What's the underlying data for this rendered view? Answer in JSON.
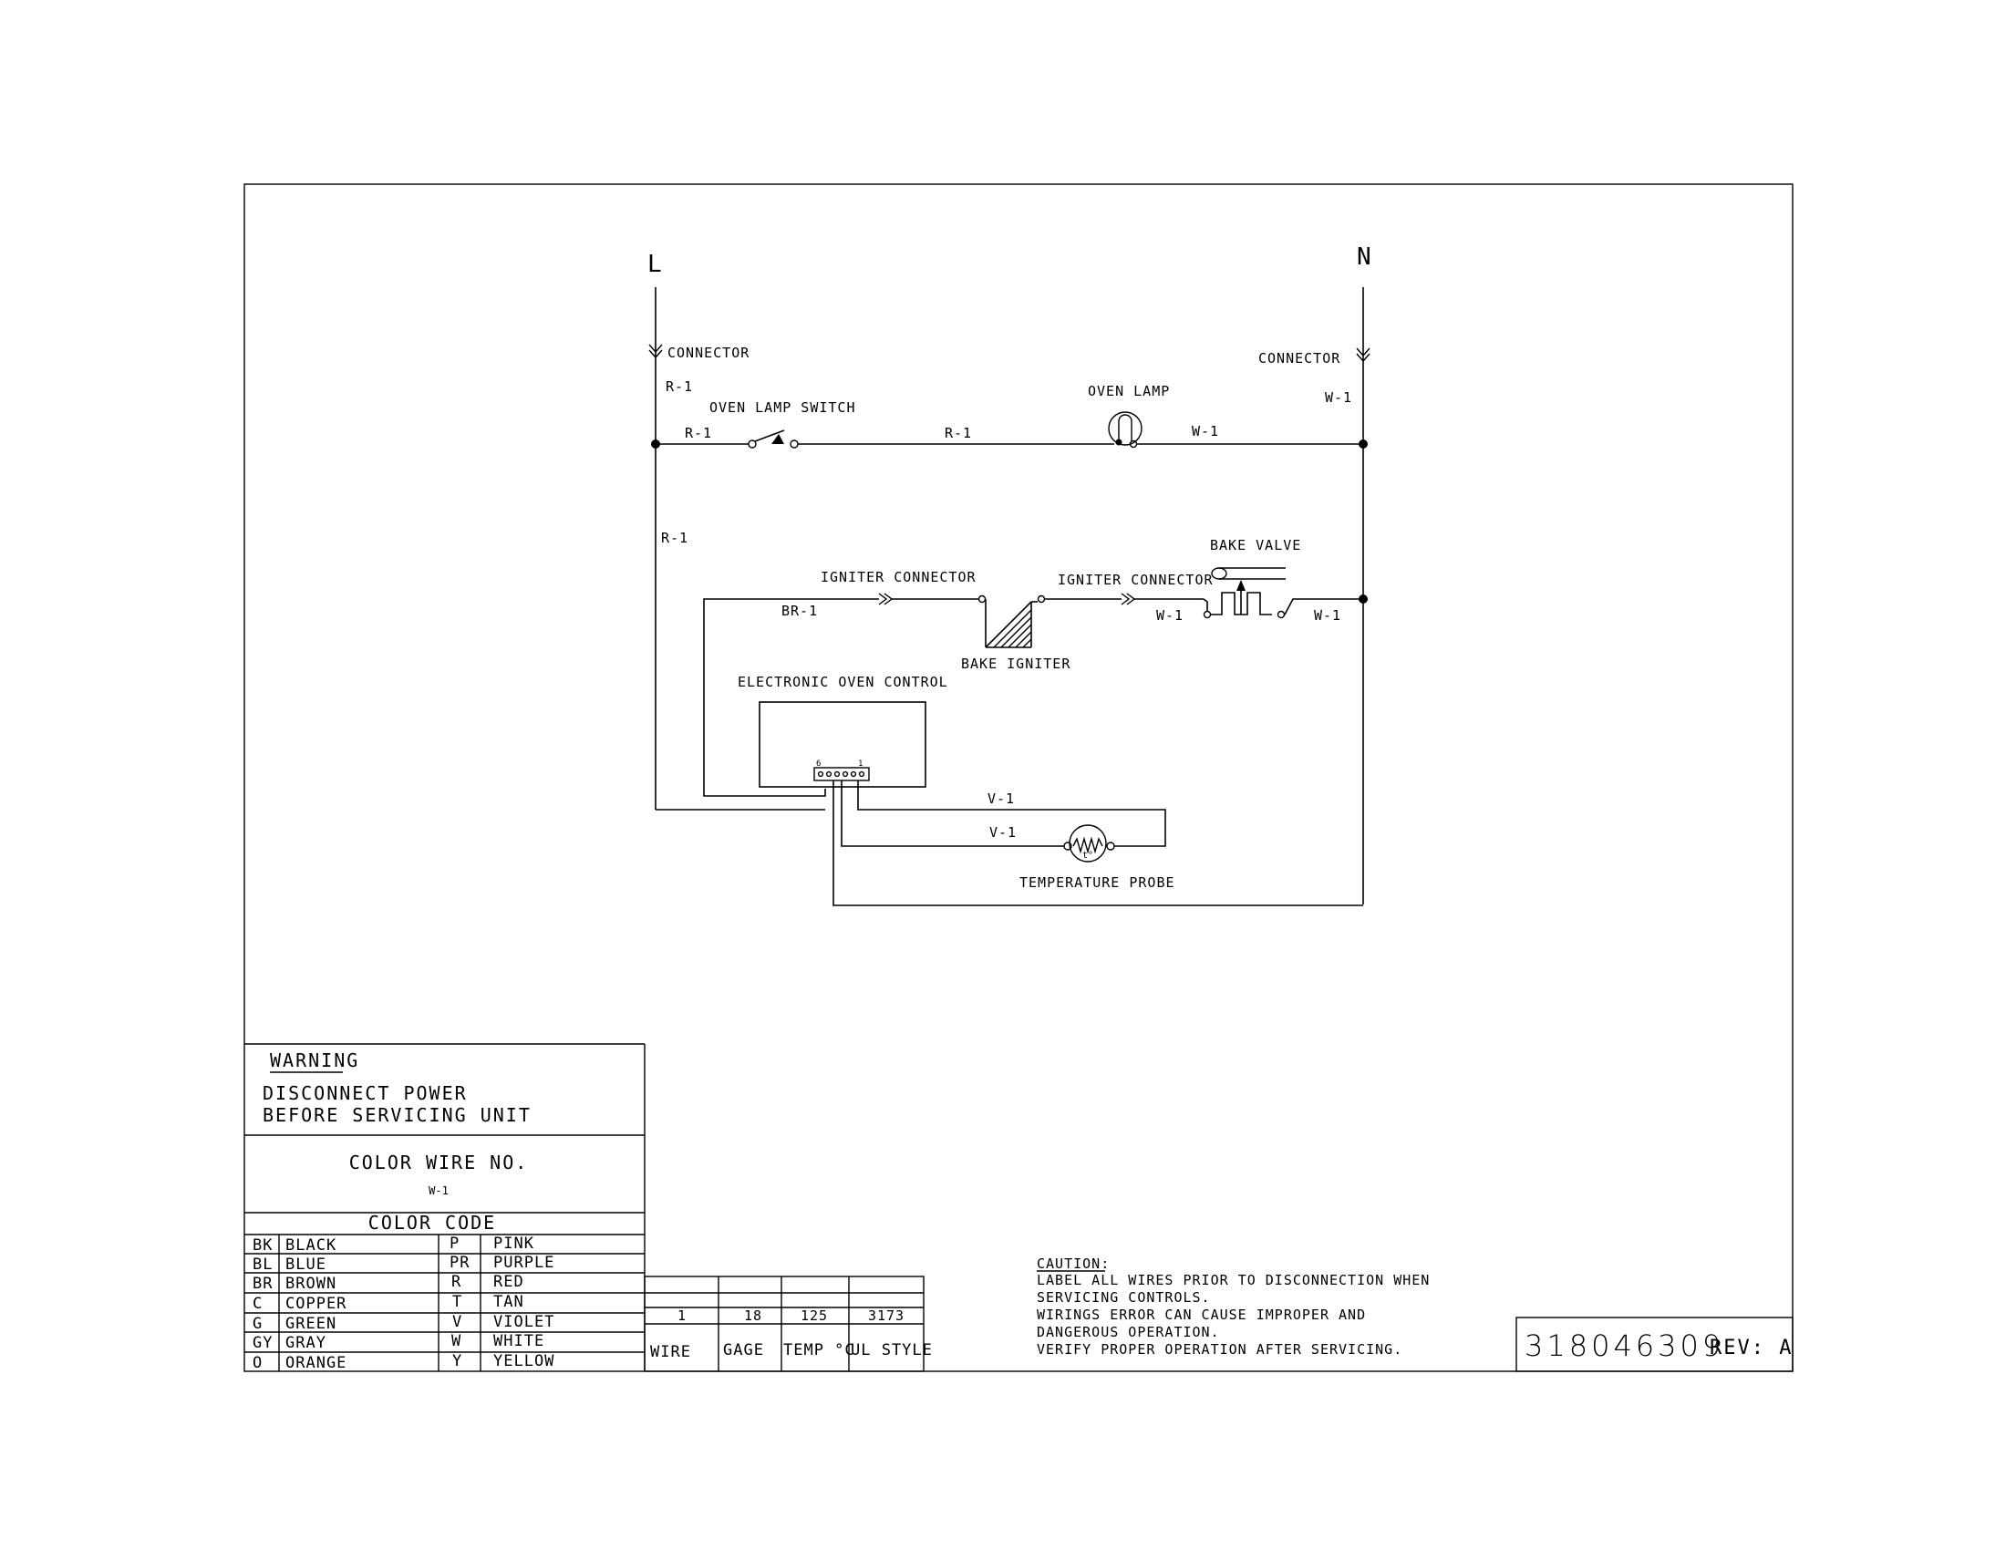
{
  "diagram": {
    "line_label": "L",
    "neutral_label": "N",
    "connector_left": "CONNECTOR",
    "connector_right": "CONNECTOR",
    "r1_top": "R-1",
    "r1_a": "R-1",
    "r1_b": "R-1",
    "r1_side": "R-1",
    "w1_top_right": "W-1",
    "w1_lamp": "W-1",
    "oven_lamp_switch": "OVEN LAMP SWITCH",
    "oven_lamp": "OVEN LAMP",
    "igniter_connector_1": "IGNITER CONNECTOR",
    "igniter_connector_2": "IGNITER CONNECTOR",
    "br1": "BR-1",
    "bake_igniter": "BAKE IGNITER",
    "bake_valve": "BAKE VALVE",
    "w1_valve_left": "W-1",
    "w1_valve_right": "W-1",
    "electronic_oven_control": "ELECTRONIC OVEN CONTROL",
    "pin_6": "6",
    "pin_1": "1",
    "v1_a": "V-1",
    "v1_b": "V-1",
    "temperature_probe": "TEMPERATURE PROBE",
    "probe_t": "t°"
  },
  "warning": {
    "title": "WARNING",
    "line1": "DISCONNECT POWER",
    "line2": "BEFORE SERVICING UNIT"
  },
  "color_wire": {
    "title": "COLOR WIRE NO.",
    "value": "W-1"
  },
  "color_code": {
    "title": "COLOR CODE",
    "rows": [
      {
        "c1": "BK",
        "n1": "BLACK",
        "c2": "P",
        "n2": "PINK"
      },
      {
        "c1": "BL",
        "n1": "BLUE",
        "c2": "PR",
        "n2": "PURPLE"
      },
      {
        "c1": "BR",
        "n1": "BROWN",
        "c2": "R",
        "n2": "RED"
      },
      {
        "c1": "C",
        "n1": "COPPER",
        "c2": "T",
        "n2": "TAN"
      },
      {
        "c1": "G",
        "n1": "GREEN",
        "c2": "V",
        "n2": "VIOLET"
      },
      {
        "c1": "GY",
        "n1": "GRAY",
        "c2": "W",
        "n2": "WHITE"
      },
      {
        "c1": "O",
        "n1": "ORANGE",
        "c2": "Y",
        "n2": "YELLOW"
      }
    ]
  },
  "wire_table": {
    "values": [
      "1",
      "18",
      "125",
      "3173"
    ],
    "headers": [
      "WIRE",
      "GAGE",
      "TEMP °C",
      "UL STYLE"
    ]
  },
  "caution": {
    "title": "CAUTION:",
    "lines": [
      "LABEL ALL WIRES PRIOR TO DISCONNECTION WHEN",
      "SERVICING CONTROLS.",
      "WIRINGS ERROR CAN CAUSE IMPROPER AND",
      "DANGEROUS OPERATION.",
      "VERIFY PROPER OPERATION AFTER SERVICING."
    ]
  },
  "part": {
    "number": "318046309",
    "rev": "REV: A"
  }
}
